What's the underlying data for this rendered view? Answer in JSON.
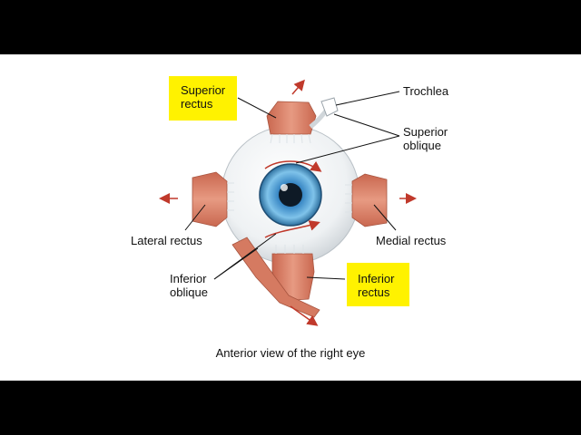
{
  "labels": {
    "superior_rectus": [
      "Superior",
      "rectus"
    ],
    "trochlea": "Trochlea",
    "superior_oblique": [
      "Superior",
      "oblique"
    ],
    "lateral_rectus": "Lateral rectus",
    "medial_rectus": "Medial rectus",
    "inferior_oblique": [
      "Inferior",
      "oblique"
    ],
    "inferior_rectus": [
      "Inferior",
      "rectus"
    ]
  },
  "caption": "Anterior view of the right eye",
  "colors": {
    "highlight": "#fff200",
    "muscle": "#d9826a",
    "arrow": "#c0392b",
    "iris": "#2f7fbf"
  }
}
